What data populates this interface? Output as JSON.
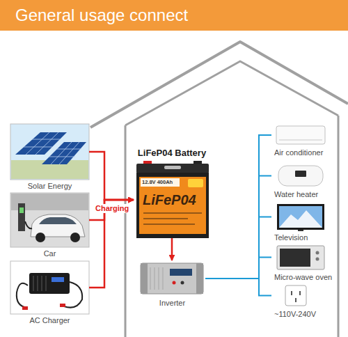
{
  "diagram": {
    "title": "General usage connect",
    "nodes": [
      {
        "text": [
          "Solar Energy"
        ]
      },
      {
        "text": [
          "Car"
        ]
      },
      {
        "text": [
          "AC Charger"
        ]
      },
      {
        "text": [
          "LiFeP04 Battery"
        ]
      },
      {
        "text": [
          "Inverter"
        ]
      },
      {
        "text": [
          "Air conditioner"
        ]
      },
      {
        "text": [
          "Water heater"
        ]
      },
      {
        "text": [
          "Television"
        ]
      },
      {
        "text": [
          "Micro-wave oven"
        ]
      },
      {
        "text": [
          "~110V-240V"
        ]
      }
    ],
    "edges": [
      {
        "from": 0,
        "to": 3,
        "arrow": "to"
      },
      {
        "from": 1,
        "to": 3,
        "label": "Charging",
        "arrow": "to"
      },
      {
        "from": 2,
        "to": 3,
        "arrow": "to"
      },
      {
        "from": 3,
        "to": 4,
        "arrow": "to"
      },
      {
        "from": 4,
        "to": 5,
        "arrow": "none"
      },
      {
        "from": 4,
        "to": 6,
        "arrow": "none"
      },
      {
        "from": 4,
        "to": 7,
        "arrow": "none"
      },
      {
        "from": 4,
        "to": 8,
        "arrow": "none"
      },
      {
        "from": 4,
        "to": 9,
        "arrow": "none"
      }
    ],
    "labels": [
      "12.8V 400Ah",
      "LiFeP04"
    ]
  }
}
